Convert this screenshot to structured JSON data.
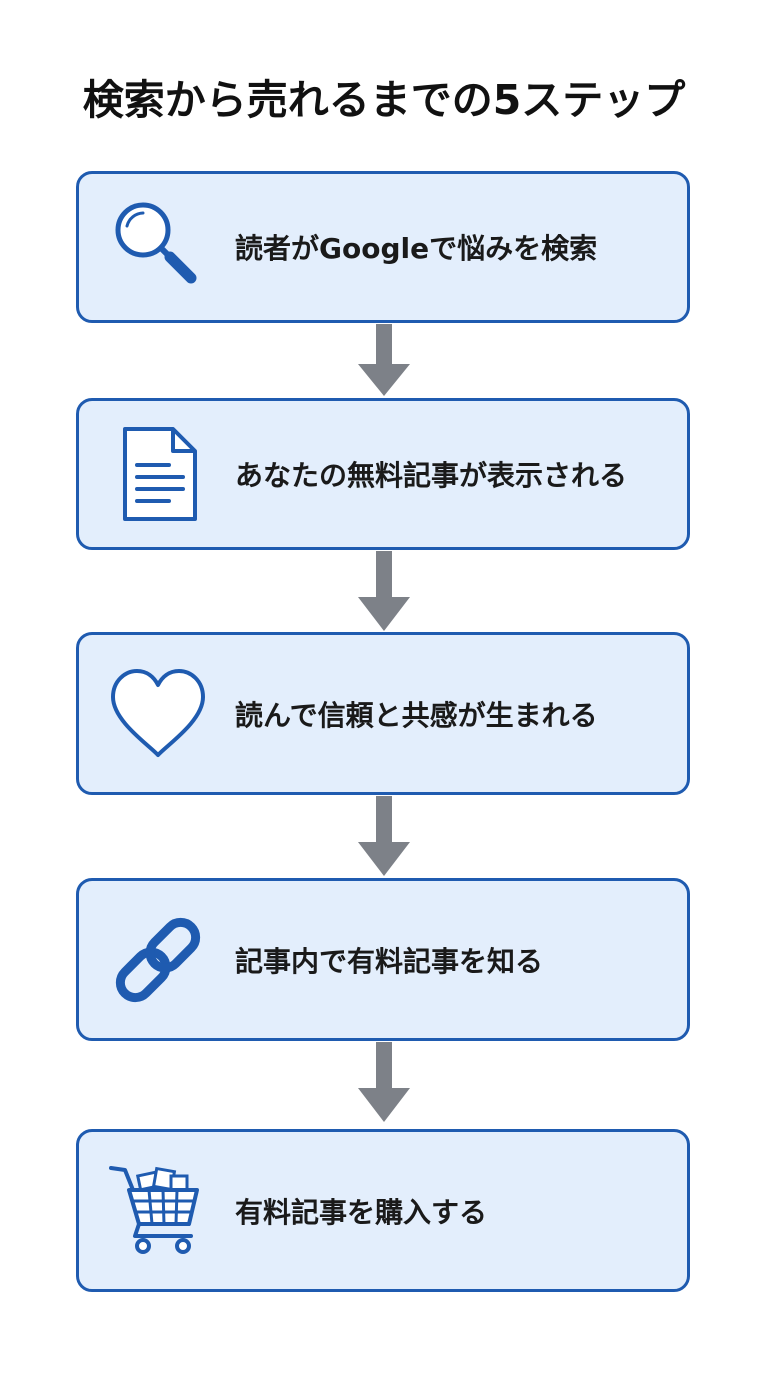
{
  "title": "検索から売れるまでの5ステップ",
  "colors": {
    "box_fill": "#e3eefc",
    "box_border": "#1f5bb0",
    "icon": "#1f5bb0",
    "arrow": "#7d8188",
    "text": "#1a1a1a"
  },
  "steps": [
    {
      "icon": "magnifier-icon",
      "label": "読者がGoogleで悩みを検索"
    },
    {
      "icon": "document-icon",
      "label": "あなたの無料記事が表示される"
    },
    {
      "icon": "heart-icon",
      "label": "読んで信頼と共感が生まれる"
    },
    {
      "icon": "link-icon",
      "label": "記事内で有料記事を知る"
    },
    {
      "icon": "shopping-cart-icon",
      "label": "有料記事を購入する"
    }
  ]
}
